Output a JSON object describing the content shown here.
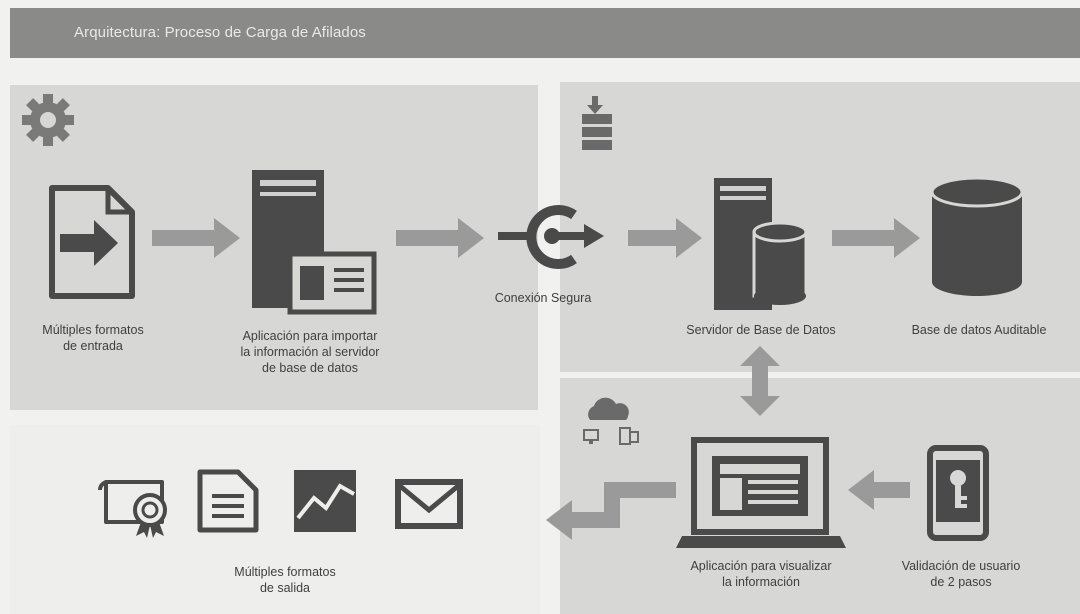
{
  "header": {
    "title": "Arquitectura: Proceso de Carga de Afilados"
  },
  "nodes": {
    "input_formats": "Múltiples formatos\nde entrada",
    "import_app": "Aplicación para importar\nla información al servidor\nde base de datos",
    "secure_connection": "Conexión Segura",
    "db_server": "Servidor de Base de Datos",
    "auditable_db": "Base de datos Auditable",
    "view_app": "Aplicación para visualizar\nla información",
    "two_step_validation": "Validación de usuario\nde 2 pasos",
    "output_formats": "Múltiples formatos\nde salida"
  },
  "colors": {
    "header_bar": "#8a8a89",
    "panel": "#d7d7d5",
    "icon_dark": "#4a4a4a",
    "arrow": "#9a9a9a"
  },
  "icons": [
    "gear-icon",
    "download-server-icon",
    "cloud-devices-icon",
    "certificate-icon",
    "document-icon",
    "chart-icon",
    "mail-icon"
  ]
}
